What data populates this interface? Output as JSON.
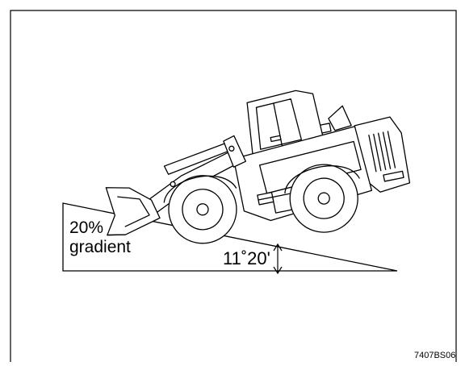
{
  "diagram": {
    "gradient_percent": "20%",
    "gradient_word": "gradient",
    "slope_angle": "11˚20'",
    "reference_code": "7407BS06",
    "machine_icon": "wheel-loader-icon",
    "colors": {
      "ink": "#000000",
      "paper": "#ffffff"
    }
  }
}
